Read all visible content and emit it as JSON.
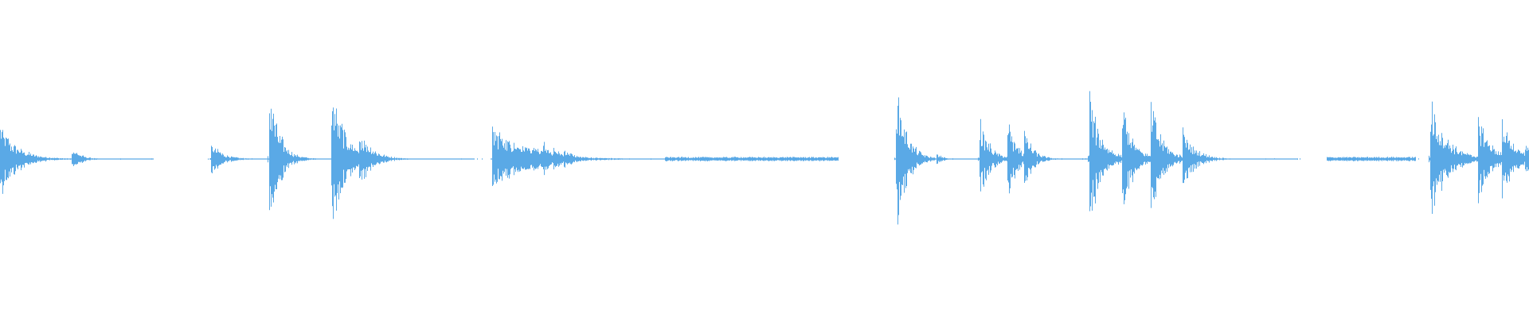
{
  "waveform": {
    "color": "#5aa9e6",
    "background": "#ffffff",
    "amplitude_scale": 60,
    "bursts": [
      {
        "t": 0.0,
        "peak": 0.35,
        "decay": 60,
        "tail": 0.0
      },
      {
        "t": 0.047,
        "peak": 0.12,
        "decay": 30,
        "tail": 0.0
      },
      {
        "t": 0.138,
        "peak": 0.16,
        "decay": 40,
        "tail": 0.0
      },
      {
        "t": 0.176,
        "peak": 0.72,
        "decay": 35,
        "tail": 0.0
      },
      {
        "t": 0.217,
        "peak": 0.7,
        "decay": 50,
        "tail": 0.0
      },
      {
        "t": 0.235,
        "peak": 0.3,
        "decay": 45,
        "tail": 0.0
      },
      {
        "t": 0.322,
        "peak": 0.32,
        "decay": 120,
        "tail": 0.0
      },
      {
        "t": 0.329,
        "peak": 0.18,
        "decay": 40,
        "tail": 0.0
      },
      {
        "t": 0.336,
        "peak": 0.18,
        "decay": 40,
        "tail": 0.0
      },
      {
        "t": 0.342,
        "peak": 0.18,
        "decay": 40,
        "tail": 0.0
      },
      {
        "t": 0.349,
        "peak": 0.18,
        "decay": 40,
        "tail": 0.0
      },
      {
        "t": 0.355,
        "peak": 0.18,
        "decay": 40,
        "tail": 0.0
      },
      {
        "t": 0.362,
        "peak": 0.12,
        "decay": 40,
        "tail": 0.0
      },
      {
        "t": 0.369,
        "peak": 0.1,
        "decay": 40,
        "tail": 0.0
      },
      {
        "t": 0.586,
        "peak": 0.8,
        "decay": 35,
        "tail": 0.0
      },
      {
        "t": 0.613,
        "peak": 0.06,
        "decay": 20,
        "tail": 0.0
      },
      {
        "t": 0.641,
        "peak": 0.4,
        "decay": 35,
        "tail": 0.0
      },
      {
        "t": 0.659,
        "peak": 0.42,
        "decay": 30,
        "tail": 0.0
      },
      {
        "t": 0.67,
        "peak": 0.3,
        "decay": 30,
        "tail": 0.0
      },
      {
        "t": 0.713,
        "peak": 0.68,
        "decay": 40,
        "tail": 0.0
      },
      {
        "t": 0.734,
        "peak": 0.6,
        "decay": 35,
        "tail": 0.0
      },
      {
        "t": 0.753,
        "peak": 0.55,
        "decay": 40,
        "tail": 0.0
      },
      {
        "t": 0.774,
        "peak": 0.28,
        "decay": 45,
        "tail": 0.0
      },
      {
        "t": 0.936,
        "peak": 0.62,
        "decay": 55,
        "tail": 0.0
      },
      {
        "t": 0.967,
        "peak": 0.48,
        "decay": 40,
        "tail": 0.0
      },
      {
        "t": 0.983,
        "peak": 0.42,
        "decay": 40,
        "tail": 0.0
      },
      {
        "t": 0.998,
        "peak": 0.22,
        "decay": 20,
        "tail": 0.0
      }
    ],
    "hum_segments": [
      {
        "t0": 0.435,
        "t1": 0.548,
        "level": 0.02
      },
      {
        "t0": 0.868,
        "t1": 0.926,
        "level": 0.02
      }
    ]
  }
}
